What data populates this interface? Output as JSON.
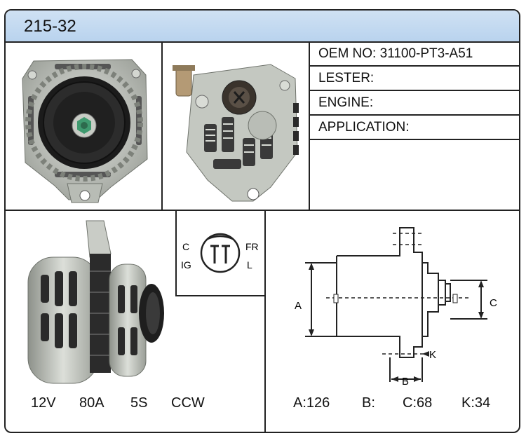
{
  "header": {
    "title": "215-32"
  },
  "info": {
    "oem_label": "OEM NO:",
    "oem_value": "31100-PT3-A51",
    "lester_label": "LESTER:",
    "lester_value": "",
    "engine_label": "ENGINE:",
    "engine_value": "",
    "application_label": "APPLICATION:",
    "application_value": ""
  },
  "connector": {
    "c": "C",
    "ig": "IG",
    "fr": "FR",
    "l": "L"
  },
  "drawing": {
    "a": "A",
    "b": "B",
    "c": "C",
    "k": "K"
  },
  "specs_left": {
    "voltage": "12V",
    "amperage": "80A",
    "grooves": "5S",
    "rotation": "CCW"
  },
  "specs_right": {
    "a": "A:126",
    "b": "B:",
    "c": "C:68",
    "k": "K:34"
  },
  "colors": {
    "title_bar": "#c3daf1",
    "border": "#222222",
    "metal": "#c9cdc7",
    "dark": "#2a2a2a"
  }
}
